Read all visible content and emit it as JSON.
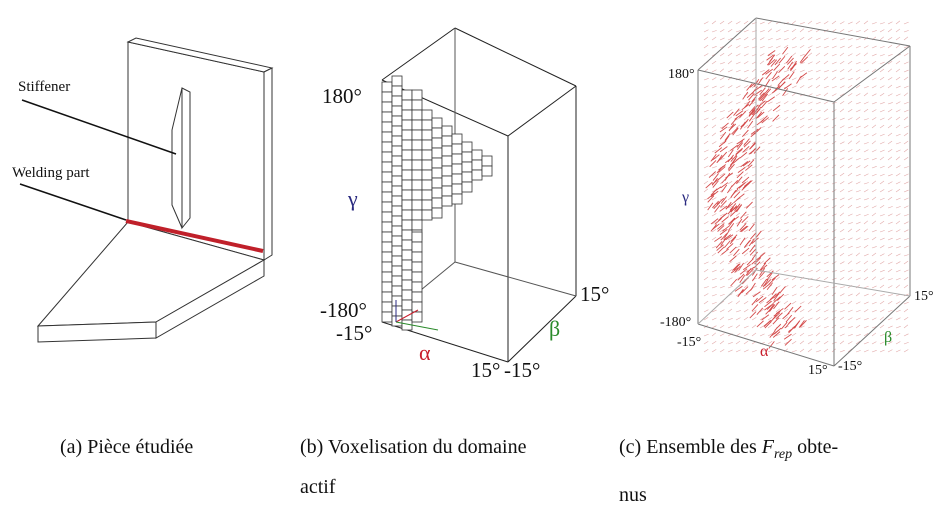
{
  "panel_a": {
    "stiffener_label": "Stiffener",
    "welding_label": "Welding part",
    "caption": "(a) Pièce étudiée"
  },
  "panel_b": {
    "gamma_top": "180°",
    "gamma_bottom": "-180°",
    "gamma_symbol": "γ",
    "alpha_min": "-15°",
    "alpha_symbol": "α",
    "alpha_max": "15°",
    "beta_min": "-15°",
    "beta_symbol": "β",
    "beta_max": "15°",
    "caption_line1": "(b) Voxelisation du domaine",
    "caption_line2": "actif"
  },
  "panel_c": {
    "gamma_top": "180°",
    "gamma_bottom": "-180°",
    "gamma_symbol": "γ",
    "alpha_min": "-15°",
    "alpha_symbol": "α",
    "alpha_max": "15°",
    "beta_min": "-15°",
    "beta_symbol": "β",
    "beta_max": "15°",
    "caption_prefix": "(c) Ensemble des",
    "caption_math_var": "F",
    "caption_math_sub": "rep",
    "caption_suffix": "obte-",
    "caption_line2": "nus"
  },
  "colors": {
    "weld": "#c0202a",
    "alpha": "#c81e2c",
    "beta": "#2a8a2a",
    "gamma": "#2a2a80",
    "vector": "#d44a4a"
  }
}
